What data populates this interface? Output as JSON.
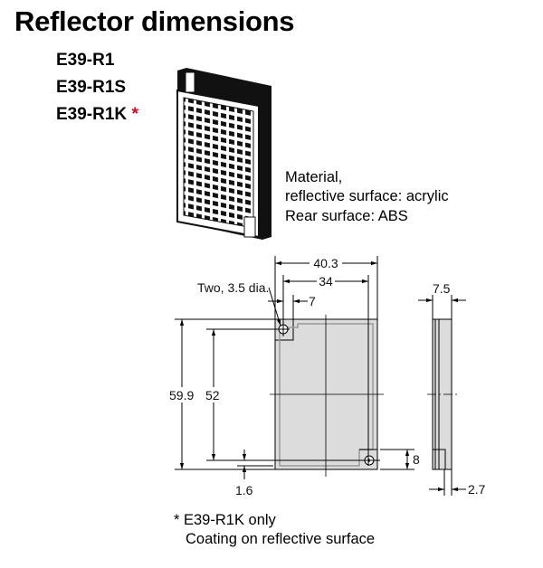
{
  "title": "Reflector dimensions",
  "models": [
    "E39-R1",
    "E39-R1S",
    "E39-R1K"
  ],
  "model_note_marker": "*",
  "material": {
    "line1": "Material,",
    "line2": "reflective surface: acrylic",
    "line3": "Rear surface: ABS"
  },
  "dimensions": {
    "width_overall": "40.3",
    "hole_pitch_x": "34",
    "hole_offset": "7",
    "hole_label": "Two, 3.5 dia.",
    "height_overall": "59.9",
    "hole_pitch_y": "52",
    "edge_offset": "1.6",
    "notch_height": "8",
    "thickness": "7.5",
    "rear_thickness": "2.7"
  },
  "footnote": {
    "line1": "* E39-R1K only",
    "line2": "Coating on reflective surface"
  }
}
